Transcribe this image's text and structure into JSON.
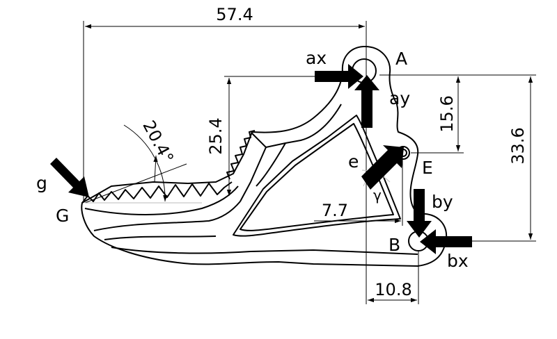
{
  "dimensions": {
    "total_width": "57.4",
    "height_left": "25.4",
    "height_a_e": "15.6",
    "height_total": "33.6",
    "offset_e": "7.7",
    "offset_b": "10.8",
    "tooth_angle": "20.4°"
  },
  "points": {
    "A": "A",
    "B": "B",
    "E": "E",
    "G": "G"
  },
  "forces": {
    "ax": "ax",
    "ay": "ay",
    "bx": "bx",
    "by": "by",
    "e": "e",
    "g": "g"
  },
  "angles": {
    "gamma": "γ"
  }
}
